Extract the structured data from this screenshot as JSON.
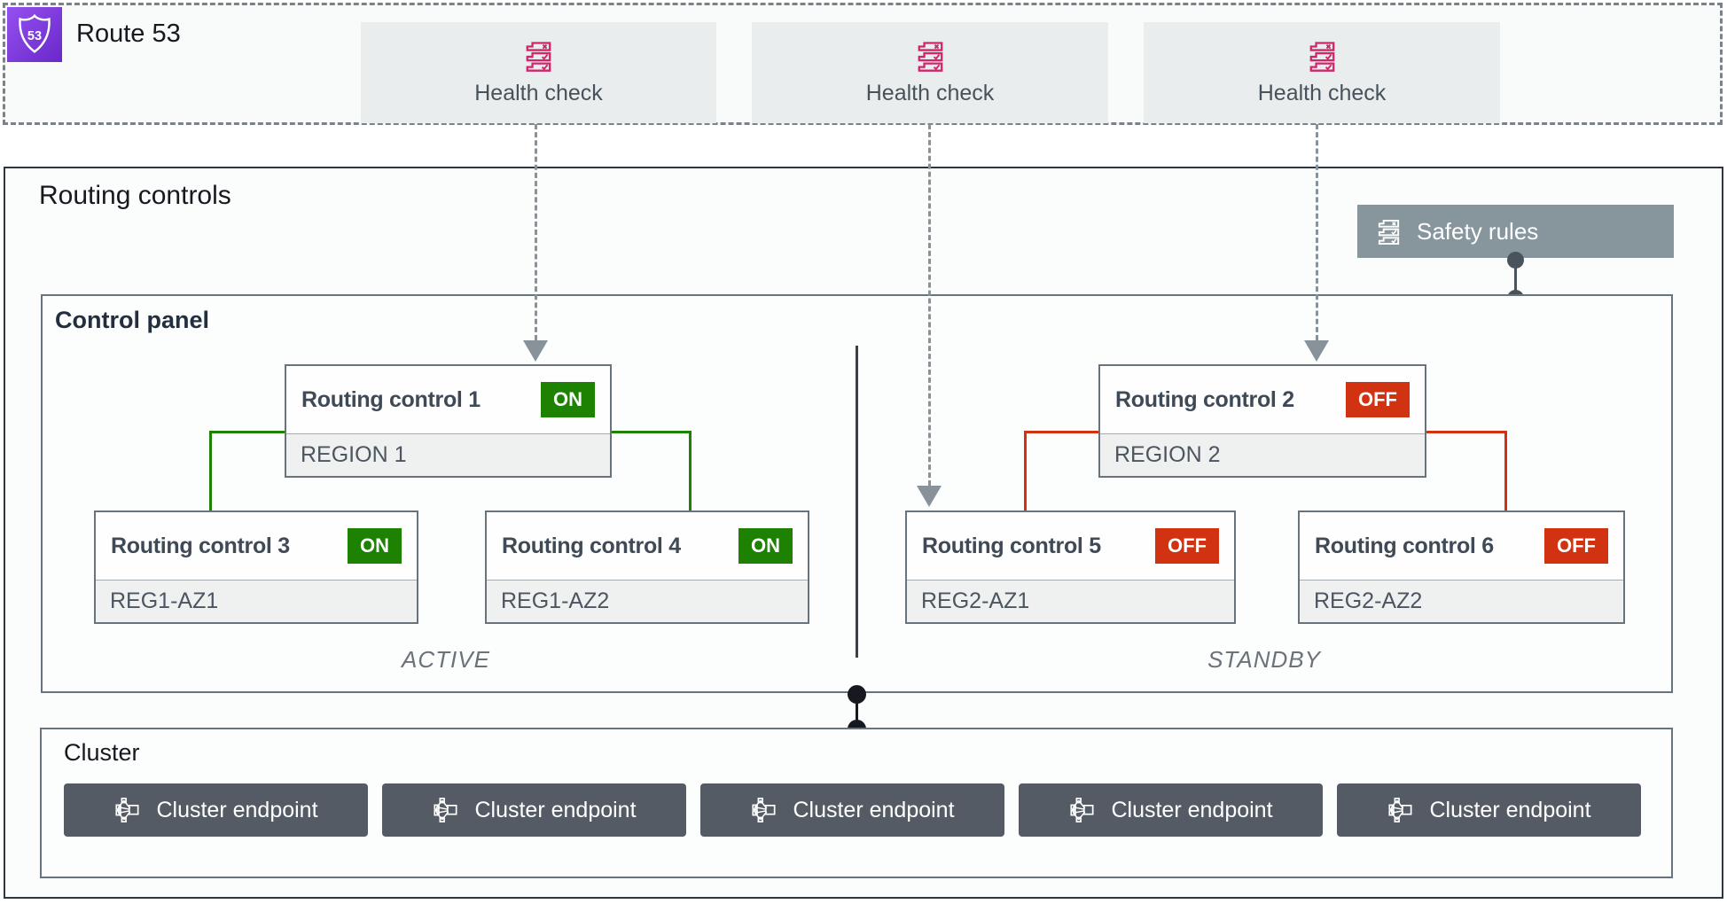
{
  "colors": {
    "route53_purple": "#7b3ce0",
    "health_check_pink": "#d2256b",
    "on_green": "#1d8102",
    "off_red": "#d13212",
    "safety_rules_gray": "#87959c",
    "cluster_button_gray": "#545b64",
    "arrow_gray": "#87929a"
  },
  "route53": {
    "label": "Route 53",
    "shield_number": "53"
  },
  "health_checks": [
    {
      "label": "Health check"
    },
    {
      "label": "Health check"
    },
    {
      "label": "Health check"
    }
  ],
  "routing_controls": {
    "title": "Routing controls"
  },
  "safety_rules": {
    "label": "Safety rules"
  },
  "control_panel": {
    "title": "Control panel",
    "active_label": "ACTIVE",
    "standby_label": "STANDBY",
    "controls": [
      {
        "name": "Routing control 1",
        "state": "ON",
        "zone": "REGION 1"
      },
      {
        "name": "Routing control 2",
        "state": "OFF",
        "zone": "REGION 2"
      },
      {
        "name": "Routing control 3",
        "state": "ON",
        "zone": "REG1-AZ1"
      },
      {
        "name": "Routing control 4",
        "state": "ON",
        "zone": "REG1-AZ2"
      },
      {
        "name": "Routing control 5",
        "state": "OFF",
        "zone": "REG2-AZ1"
      },
      {
        "name": "Routing control 6",
        "state": "OFF",
        "zone": "REG2-AZ2"
      }
    ]
  },
  "cluster": {
    "title": "Cluster",
    "endpoints": [
      {
        "label": "Cluster endpoint"
      },
      {
        "label": "Cluster endpoint"
      },
      {
        "label": "Cluster endpoint"
      },
      {
        "label": "Cluster endpoint"
      },
      {
        "label": "Cluster endpoint"
      }
    ]
  }
}
